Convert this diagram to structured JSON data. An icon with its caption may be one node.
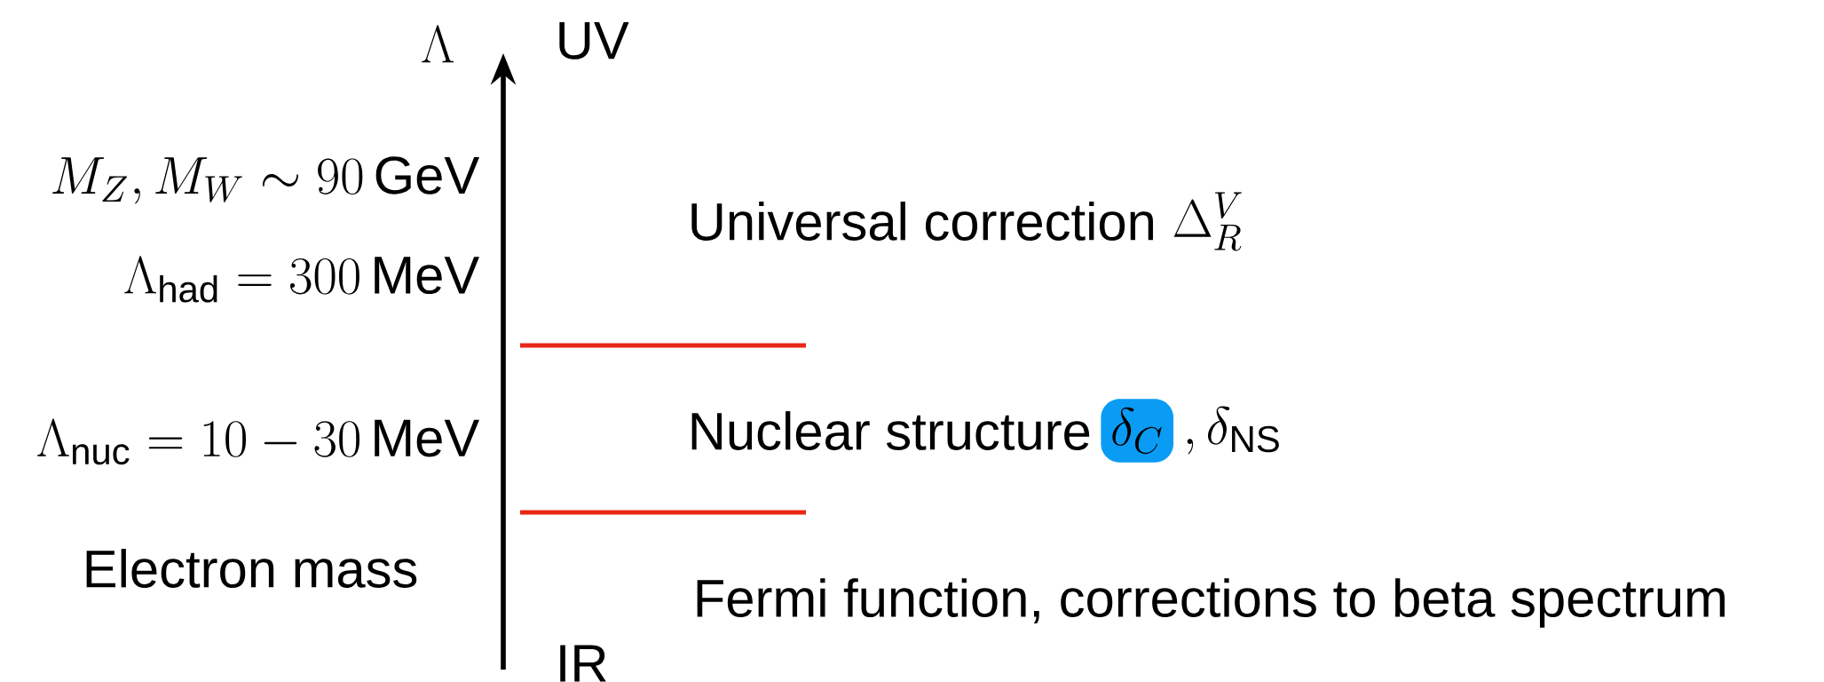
{
  "diagram": {
    "labels": [
      "\\Lambda",
      "UV",
      "M_Z, M_W \\sim 90\\,\\mathrm{GeV}",
      "Universal correction",
      "\\Delta_R^V",
      "\\Lambda_{\\mathrm{had}} = 300\\,\\mathrm{MeV}",
      "\\Lambda_{\\mathrm{nuc}} = 10 - 30\\,\\mathrm{MeV}",
      "Nuclear structure",
      "\\delta_C",
      ", \\delta_{\\mathrm{NS}}",
      "Electron mass",
      "Fermi function, corrections to beta spectrum",
      "IR"
    ]
  }
}
